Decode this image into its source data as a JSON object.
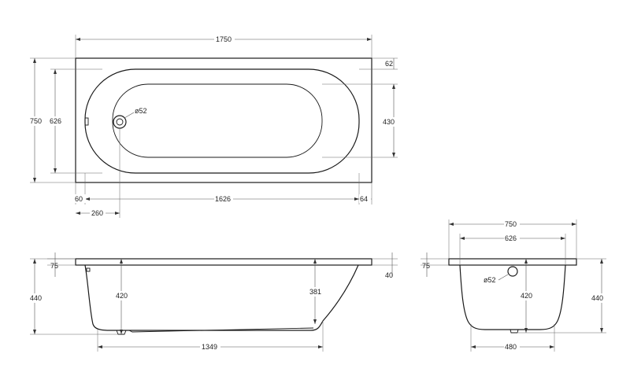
{
  "top_view": {
    "overall_length": "1750",
    "rim_offset": "62",
    "overall_width": "750",
    "inner_width": "626",
    "bottom_width": "430",
    "drain_label": "ø52",
    "rim_left": "60",
    "inner_length": "1626",
    "rim_right": "64",
    "drain_offset": "260"
  },
  "side_view": {
    "rim_height": "75",
    "overall_height": "440",
    "inner_depth": "420",
    "head_depth": "381",
    "rim_right_height": "40",
    "bottom_length": "1349"
  },
  "end_view": {
    "overall_width": "750",
    "inner_width": "626",
    "rim_height": "75",
    "drain_label": "ø52",
    "inner_depth": "420",
    "overall_height": "440",
    "bottom_width": "480"
  }
}
